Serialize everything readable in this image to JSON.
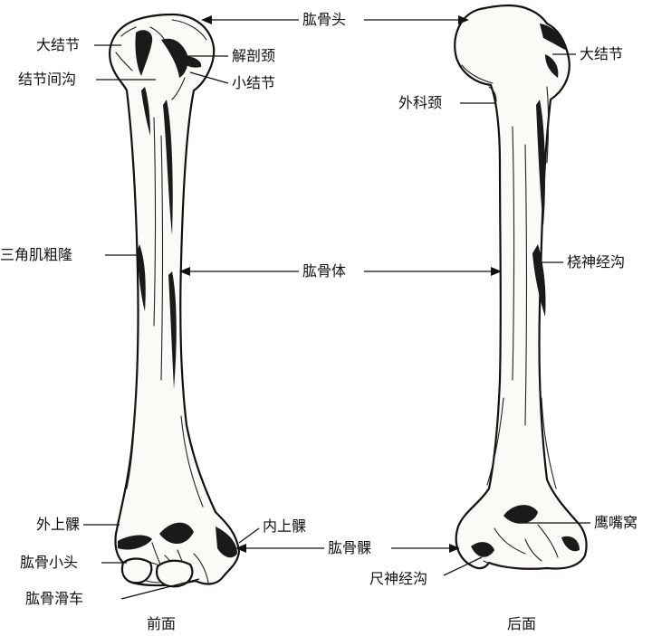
{
  "labels": {
    "humeral_head": "肱骨头",
    "greater_tubercle_left": "大结节",
    "anatomical_neck": "解剖颈",
    "intertubercular_groove": "结节间沟",
    "lesser_tubercle": "小结节",
    "greater_tubercle_right": "大结节",
    "surgical_neck": "外科颈",
    "deltoid_tuberosity": "三角肌粗隆",
    "humeral_body": "肱骨体",
    "radial_groove": "桡神经沟",
    "lateral_epicondyle": "外上髁",
    "medial_epicondyle": "内上髁",
    "humeral_condyle": "肱骨髁",
    "olecranon_fossa": "鹰嘴窝",
    "capitulum": "肱骨小头",
    "ulnar_groove": "尺神经沟",
    "trochlea": "肱骨滑车"
  },
  "views": {
    "anterior": "前面",
    "posterior": "后面"
  },
  "colors": {
    "ink": "#111111",
    "bone_fill": "#fbfaf6",
    "background": "#ffffff"
  }
}
